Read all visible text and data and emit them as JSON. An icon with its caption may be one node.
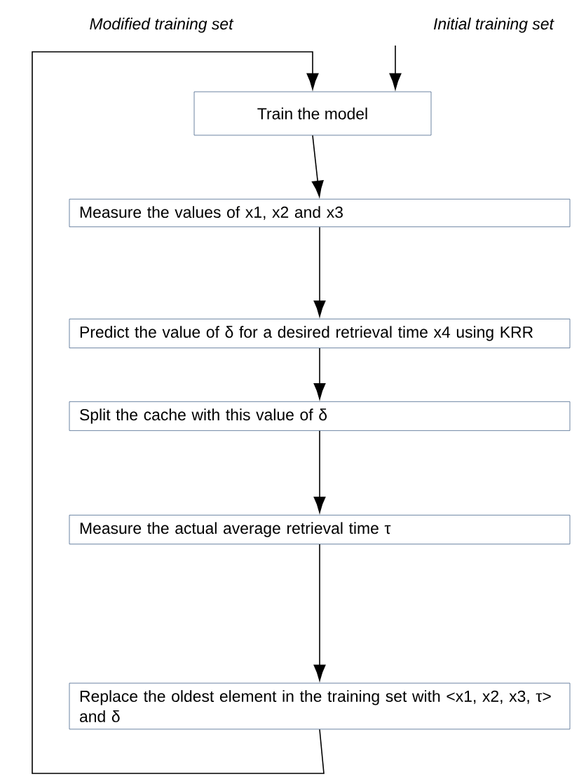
{
  "diagram": {
    "nodes": [
      {
        "text": [
          "Initial training set"
        ]
      },
      {
        "text": [
          "Train the model"
        ]
      },
      {
        "text": [
          "Measure the values of x1, x2 and x3"
        ]
      },
      {
        "text": [
          "Predict the value of δ for a desired retrieval time x4 using KRR"
        ]
      },
      {
        "text": [
          "Split the cache with this value of δ"
        ]
      },
      {
        "text": [
          "Measure the actual average retrieval time τ"
        ]
      },
      {
        "text": [
          "Replace the oldest element in the training set with <x1, x2, x3, τ> and δ"
        ]
      }
    ],
    "edges": [
      {
        "from": 0,
        "to": 1,
        "arrow": "to"
      },
      {
        "from": 1,
        "to": 2,
        "arrow": "to"
      },
      {
        "from": 2,
        "to": 3,
        "arrow": "to"
      },
      {
        "from": 3,
        "to": 4,
        "arrow": "to"
      },
      {
        "from": 4,
        "to": 5,
        "arrow": "to"
      },
      {
        "from": 5,
        "to": 6,
        "arrow": "to"
      },
      {
        "from": 6,
        "to": 1,
        "arrow": "to",
        "label": "Modified training set"
      }
    ]
  }
}
